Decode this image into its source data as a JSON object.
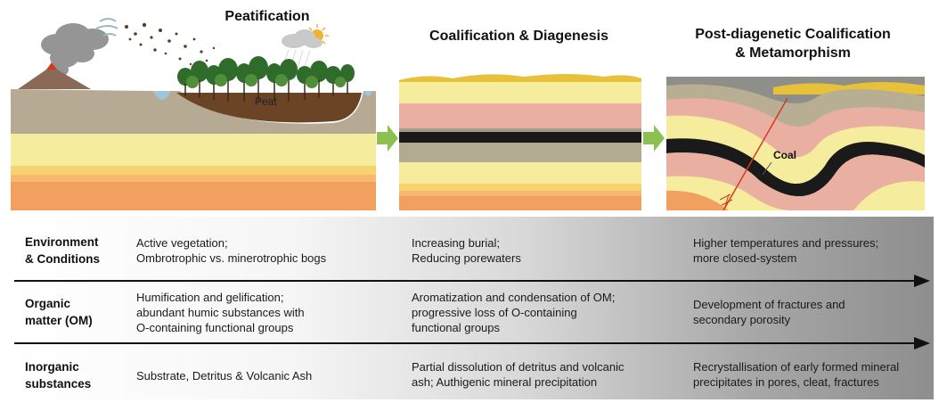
{
  "stages": [
    {
      "title_line1": "Peatification",
      "title_line2": ""
    },
    {
      "title_line1": "Coalification & Diagenesis",
      "title_line2": ""
    },
    {
      "title_line1": "Post-diagenetic Coalification",
      "title_line2": "& Metamorphism"
    }
  ],
  "labels": {
    "peat": "Peat",
    "coal": "Coal"
  },
  "rows": [
    {
      "head_line1": "Environment",
      "head_line2": "& Conditions",
      "col1": [
        "Active vegetation;",
        "Ombrotrophic vs. minerotrophic bogs"
      ],
      "col2": [
        "Increasing burial;",
        "Reducing porewaters"
      ],
      "col3": [
        "Higher temperatures and pressures;",
        "more closed-system"
      ]
    },
    {
      "head_line1": "Organic",
      "head_line2": "matter (OM)",
      "col1": [
        "Humification and gelification;",
        "abundant humic substances with",
        "O-containing functional groups"
      ],
      "col2": [
        "Aromatization and condensation of OM;",
        "progressive loss of O-containing",
        "functional groups"
      ],
      "col3": [
        "Development of fractures and",
        "secondary porosity"
      ]
    },
    {
      "head_line1": "Inorganic",
      "head_line2": "substances",
      "col1": [
        "Substrate, Detritus & Volcanic Ash"
      ],
      "col2": [
        "Partial dissolution of detritus and volcanic",
        "ash; Authigenic mineral precipitation"
      ],
      "col3": [
        "Recrystallisation of early formed mineral",
        "precipitates in pores, cleat, fractures"
      ]
    }
  ]
}
